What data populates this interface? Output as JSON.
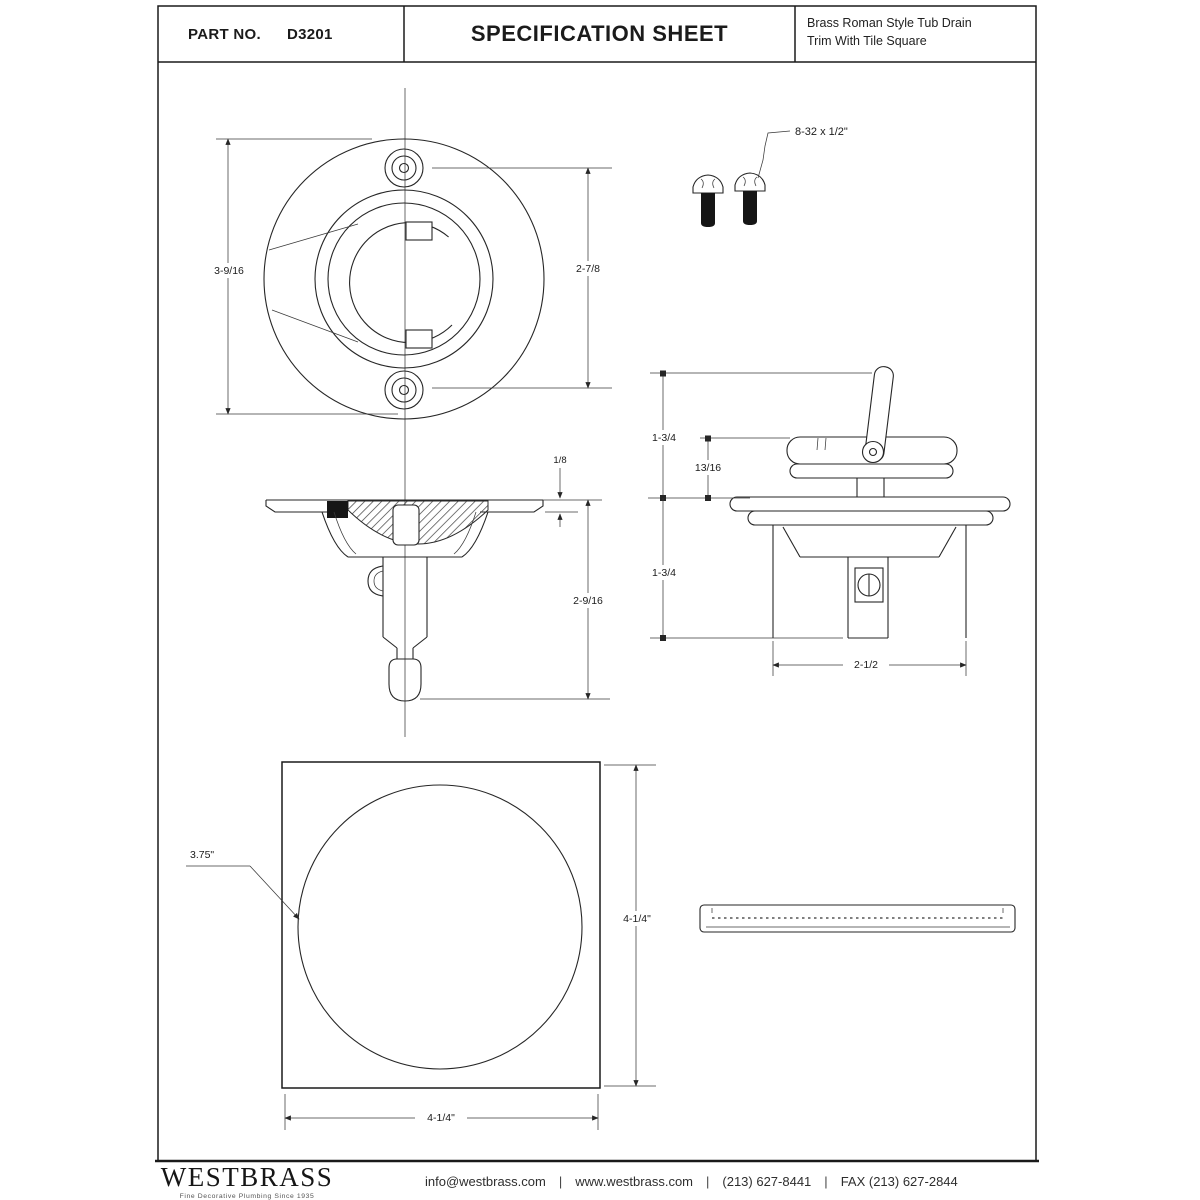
{
  "header": {
    "part_label": "PART NO.",
    "part_number": "D3201",
    "title": "SPECIFICATION SHEET",
    "product_line1": "Brass Roman Style Tub Drain",
    "product_line2": "Trim With Tile Square"
  },
  "drawings": {
    "front_view": {
      "height_dim": "3-9/16",
      "screw_spacing_dim": "2-7/8"
    },
    "screws": {
      "label": "8-32 x 1/2\""
    },
    "section_view": {
      "flange_thickness_dim": "1/8",
      "overall_depth_dim": "2-9/16"
    },
    "side_view": {
      "handle_height_dim": "1-3/4",
      "lever_height_dim": "13/16",
      "body_depth_dim": "1-3/4",
      "body_width_dim": "2-1/2"
    },
    "tile_view": {
      "hole_diameter_dim": "3.75\"",
      "height_dim": "4-1/4\"",
      "width_dim": "4-1/4\""
    }
  },
  "footer": {
    "brand": "WESTBRASS",
    "tagline": "Fine Decorative Plumbing Since 1935",
    "email": "info@westbrass.com",
    "website": "www.westbrass.com",
    "phone": "(213) 627-8441",
    "fax": "FAX (213) 627-2844",
    "separator": "|"
  },
  "colors": {
    "ink": "#262626",
    "paper": "#ffffff"
  }
}
